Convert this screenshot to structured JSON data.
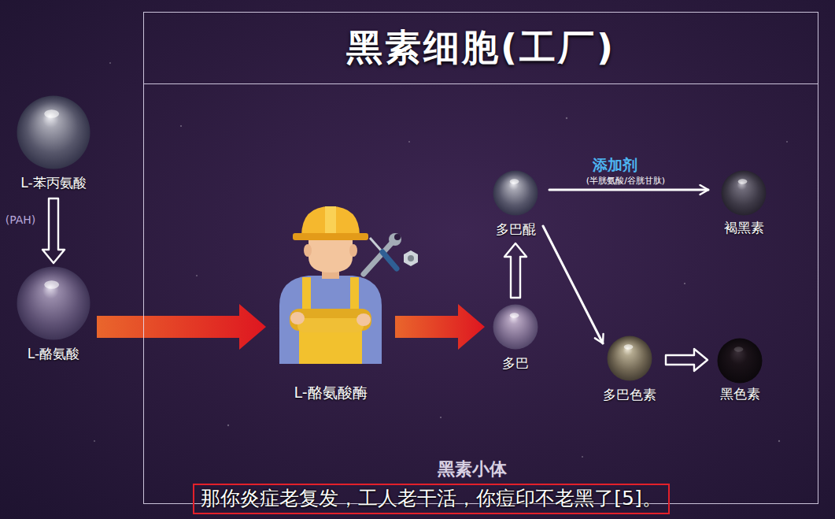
{
  "diagram": {
    "caption": "那你炎症老复发，工人老干活，你痘印不老黑了[5]。",
    "nodes": [
      {
        "text": [
          "黑素细胞(工厂)"
        ]
      },
      {
        "text": [
          "L-苯丙氨酸"
        ]
      },
      {
        "text": [
          "L-酪氨酸"
        ]
      },
      {
        "text": [
          "L-酪氨酸酶"
        ],
        "in": 0
      },
      {
        "text": [
          "多巴醌"
        ],
        "in": 0
      },
      {
        "text": [
          "褐黑素"
        ],
        "in": 0
      },
      {
        "text": [
          "多巴"
        ],
        "in": 0
      },
      {
        "text": [
          "多巴色素"
        ],
        "in": 0
      },
      {
        "text": [
          "黑色素"
        ],
        "in": 0
      }
    ],
    "edges": [
      {
        "from": 1,
        "to": 2,
        "arrow": "to",
        "label": "(PAH)"
      },
      {
        "from": 2,
        "to": 3,
        "arrow": "to"
      },
      {
        "from": 3,
        "to": 6,
        "arrow": "to"
      },
      {
        "from": 6,
        "to": 4,
        "arrow": "to"
      },
      {
        "from": 4,
        "to": 5,
        "arrow": "to",
        "label": "添加剂"
      },
      {
        "from": 4,
        "to": 7,
        "arrow": "to"
      },
      {
        "from": 7,
        "to": 8,
        "arrow": "to"
      }
    ],
    "labels": [
      "(半胱氨酸/谷胱甘肽)",
      "黑素小体"
    ]
  }
}
